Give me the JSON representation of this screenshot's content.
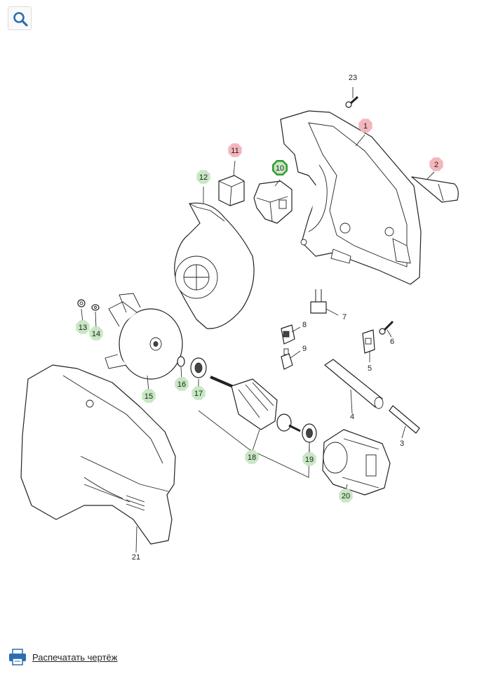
{
  "toolbar": {
    "search_icon": "search-icon"
  },
  "footer": {
    "print_icon": "printer-icon",
    "print_label": "Распечатать чертёж"
  },
  "colors": {
    "tag_green": "#c7e8c3",
    "tag_red": "#f4b6bd",
    "tag_selected_border": "#2e9a2e"
  },
  "parts": [
    {
      "num": "1",
      "color": "red"
    },
    {
      "num": "2",
      "color": "red"
    },
    {
      "num": "3",
      "color": "none"
    },
    {
      "num": "4",
      "color": "none"
    },
    {
      "num": "5",
      "color": "none"
    },
    {
      "num": "6",
      "color": "none"
    },
    {
      "num": "7",
      "color": "none"
    },
    {
      "num": "8",
      "color": "none"
    },
    {
      "num": "9",
      "color": "none"
    },
    {
      "num": "10",
      "color": "green",
      "selected": true
    },
    {
      "num": "11",
      "color": "red"
    },
    {
      "num": "12",
      "color": "green"
    },
    {
      "num": "13",
      "color": "green"
    },
    {
      "num": "14",
      "color": "green"
    },
    {
      "num": "15",
      "color": "green"
    },
    {
      "num": "16",
      "color": "green"
    },
    {
      "num": "17",
      "color": "green"
    },
    {
      "num": "18",
      "color": "green"
    },
    {
      "num": "19",
      "color": "green"
    },
    {
      "num": "20",
      "color": "green"
    },
    {
      "num": "21",
      "color": "none"
    },
    {
      "num": "23",
      "color": "none"
    }
  ]
}
